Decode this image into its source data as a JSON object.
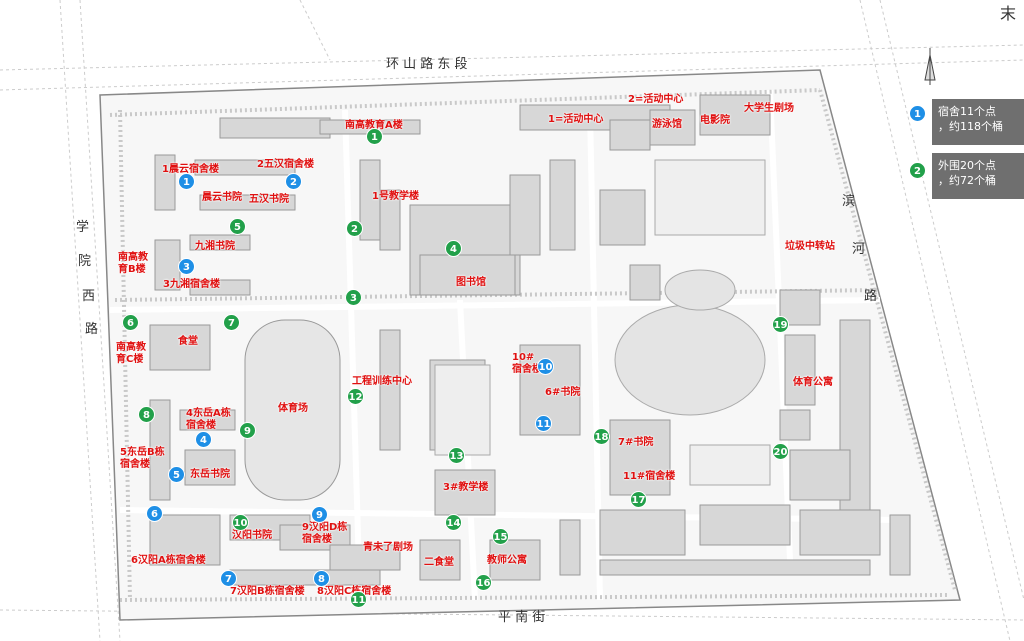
{
  "roads": {
    "north": "环 山 路 东 段",
    "west_1": "学",
    "west_2": "院",
    "west_3": "西",
    "west_4": "路",
    "east_1": "滨",
    "east_2": "河",
    "east_3": "路",
    "south": "平 南 街",
    "corner": "末"
  },
  "buildings": {
    "b01": "南高教育A楼",
    "b02": "1=活动中心",
    "b03": "2=活动中心",
    "b04": "游泳馆",
    "b05": "电影院",
    "b06": "大学生剧场",
    "b07": "1晨云宿舍楼",
    "b08": "2五汉宿舍楼",
    "b09": "晨云书院",
    "b10": "五汉书院",
    "b11": "1号教学楼",
    "b12": "九湘书院",
    "b13": "南高教育B楼",
    "b14": "3九湘宿舍楼",
    "b15": "图书馆",
    "b16": "垃圾中转站",
    "b17": "南高教育C楼",
    "b18": "食堂",
    "b19": "10#宿舍楼",
    "b20": "6#书院",
    "b21": "工程训练中心",
    "b22": "体育场",
    "b23": "4东岳A栋宿舍楼",
    "b24": "5东岳B栋宿舍楼",
    "b25": "东岳书院",
    "b26": "体育公寓",
    "b27": "7#书院",
    "b28": "11#宿舍楼",
    "b29": "3#教学楼",
    "b30": "汉阳书院",
    "b31": "9汉阳D栋宿舍楼",
    "b32": "青未了剧场",
    "b33": "二食堂",
    "b34": "教师公寓",
    "b35": "6汉阳A栋宿舍楼",
    "b36": "7汉阳B栋宿舍楼",
    "b37": "8汉阳C栋宿舍楼"
  },
  "markers": {
    "blue": [
      "1",
      "2",
      "3",
      "4",
      "5",
      "6",
      "7",
      "8",
      "9",
      "10",
      "11"
    ],
    "green": [
      "1",
      "2",
      "3",
      "4",
      "5",
      "6",
      "7",
      "8",
      "9",
      "10",
      "11",
      "12",
      "13",
      "14",
      "15",
      "16",
      "17",
      "18",
      "19",
      "20"
    ]
  },
  "legend": {
    "item1_num": "1",
    "item1_line1": "宿舍11个点",
    "item1_line2": "，约118个桶",
    "item2_num": "2",
    "item2_line1": "外围20个点",
    "item2_line2": "，约72个桶"
  },
  "colors": {
    "dorm_marker": "#1e8fe6",
    "outer_marker": "#22a04a",
    "label_red": "#e01010",
    "legend_bg": "#6f6f6f"
  }
}
